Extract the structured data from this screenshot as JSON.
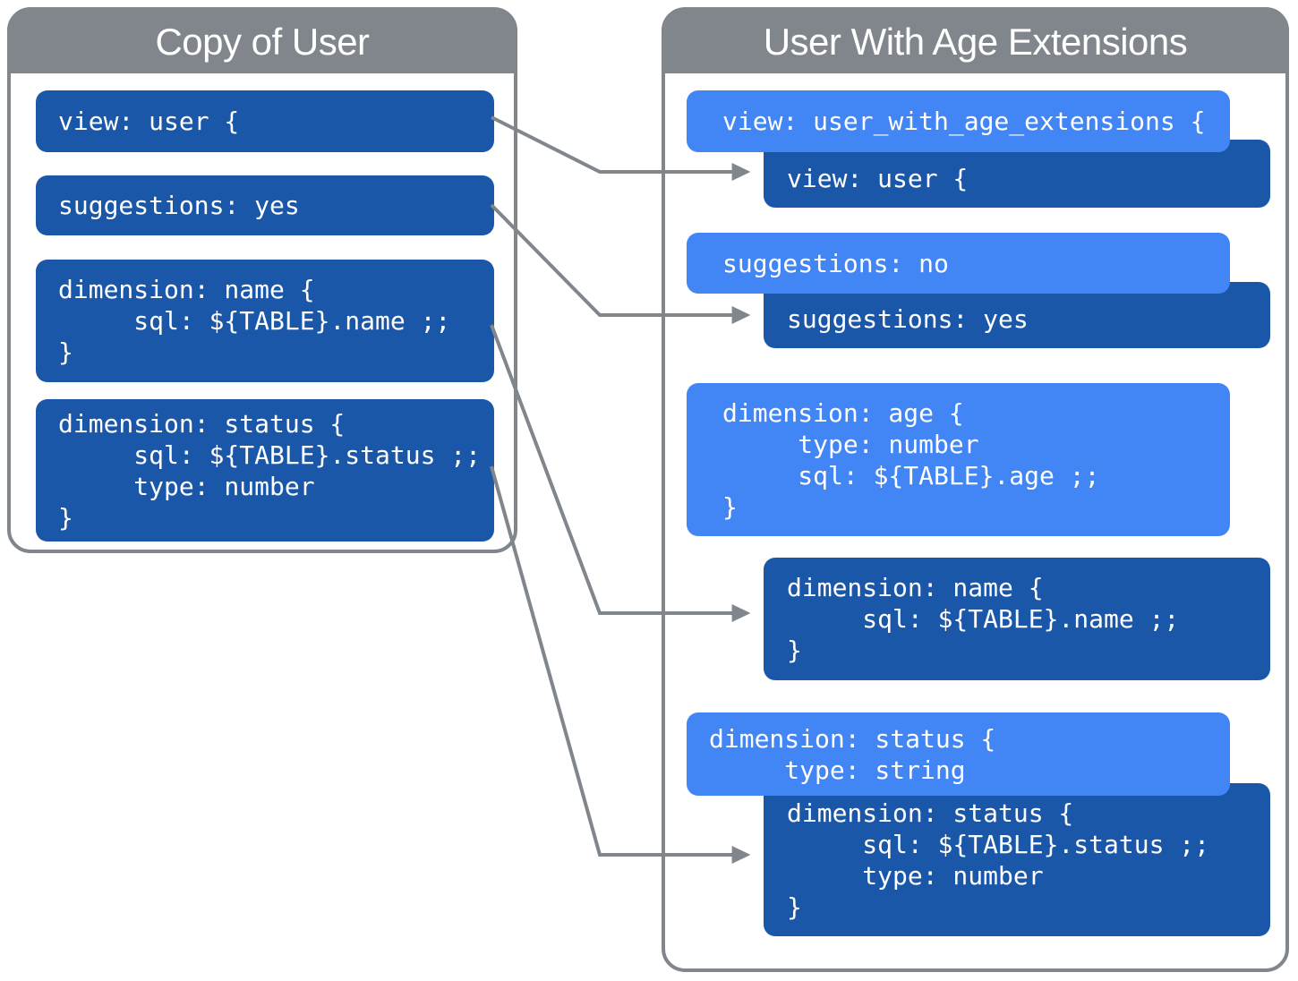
{
  "diagram": {
    "colors": {
      "gray": "#80868B",
      "dark_blue": "#1B57A8",
      "light_blue": "#4285F4",
      "text": "#FFFFFF"
    },
    "left_panel": {
      "title": "Copy of User",
      "blocks": [
        {
          "id": "view-user",
          "code": "view: user {"
        },
        {
          "id": "suggestions-yes",
          "code": "suggestions: yes"
        },
        {
          "id": "dimension-name",
          "code": "dimension: name {\n     sql: ${TABLE}.name ;;\n}"
        },
        {
          "id": "dimension-status",
          "code": "dimension: status {\n     sql: ${TABLE}.status ;;\n     type: number\n}"
        }
      ]
    },
    "right_panel": {
      "title": "User With Age Extensions",
      "groups": [
        {
          "extension_code": "view: user_with_age_extensions {",
          "original_code": "view: user {"
        },
        {
          "extension_code": "suggestions: no",
          "original_code": "suggestions: yes"
        },
        {
          "extension_code": "dimension: age {\n     type: number\n     sql: ${TABLE}.age ;;\n}"
        },
        {
          "original_code": "dimension: name {\n     sql: ${TABLE}.name ;;\n}"
        },
        {
          "extension_code": "dimension: status {\n     type: string",
          "original_code": "dimension: status {\n     sql: ${TABLE}.status ;;\n     type: number\n}"
        }
      ]
    },
    "arrows": [
      {
        "from": "copy-of-user.view-user",
        "to": "extensions.original.view-user"
      },
      {
        "from": "copy-of-user.suggestions-yes",
        "to": "extensions.original.suggestions-yes"
      },
      {
        "from": "copy-of-user.dimension-name",
        "to": "extensions.original.dimension-name"
      },
      {
        "from": "copy-of-user.dimension-status",
        "to": "extensions.original.dimension-status"
      }
    ]
  }
}
